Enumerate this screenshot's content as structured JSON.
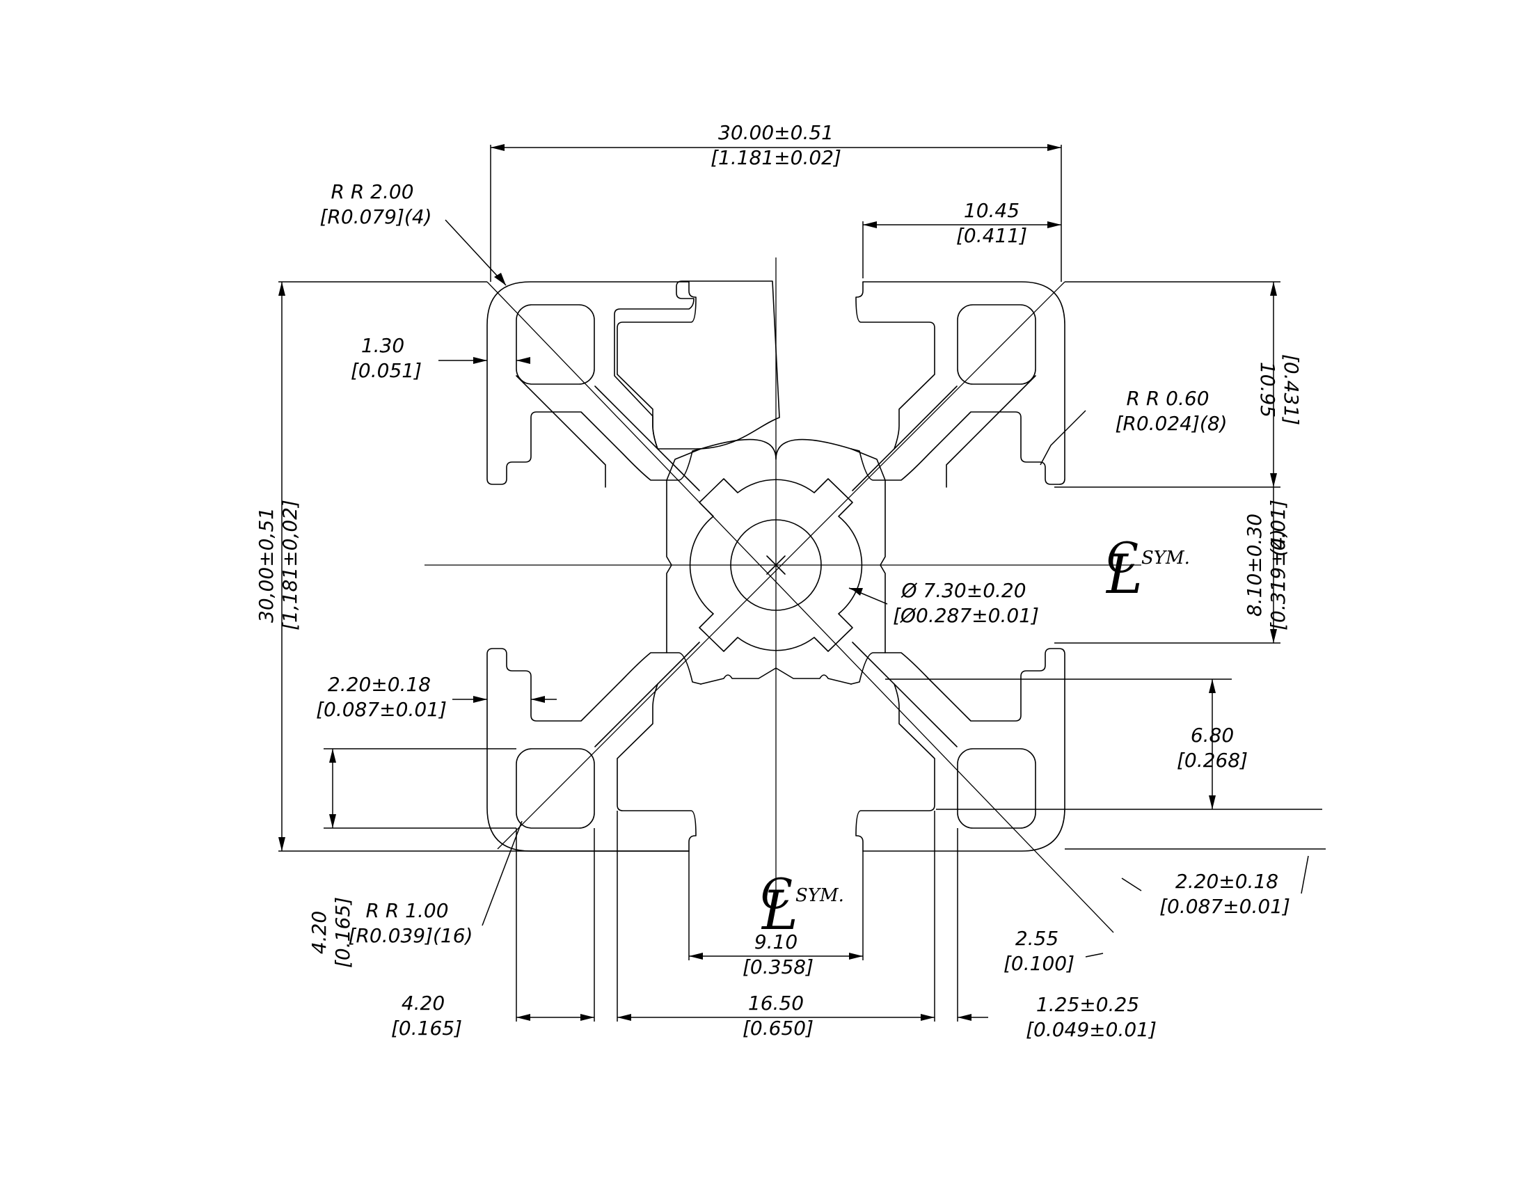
{
  "centerline_symbol": {
    "letter_l": "L",
    "letter_c": "C",
    "label": "SYM."
  },
  "dimensions": {
    "overall_width": {
      "metric": "30.00±0.51",
      "imperial": "[1.181±0.02]"
    },
    "overall_height": {
      "metric": "30,00±0,51",
      "imperial": "[1,181±0,02]"
    },
    "outer_radius": {
      "metric": "R R 2.00",
      "imperial": "[R0.079](4)"
    },
    "flange_width": {
      "metric": "10.45",
      "imperial": "[0.411]"
    },
    "flange_height": {
      "metric": "10.95",
      "imperial": "[0.431]"
    },
    "small_radius": {
      "metric": "R R 0.60",
      "imperial": "[R0.024](8)"
    },
    "wall_thickness": {
      "metric": "1.30",
      "imperial": "[0.051]"
    },
    "slot_gap": {
      "metric": "8.10±0.30",
      "imperial": "[0.319±0.01]",
      "note": "(4)"
    },
    "bore_diameter": {
      "metric": "Ø 7.30±0.20",
      "imperial": "[Ø0.287±0.01]"
    },
    "lip_thickness": {
      "metric": "2.20±0.18",
      "imperial": "[0.087±0.01]"
    },
    "channel_depth": {
      "metric": "6.80",
      "imperial": "[0.268]"
    },
    "cavity_height": {
      "metric": "4.20",
      "imperial": "[0.165]"
    },
    "inner_radius": {
      "metric": "R R 1.00",
      "imperial": "[R0.039](16)"
    },
    "outer_lip": {
      "metric": "2.20±0.18",
      "imperial": "[0.087±0.01]"
    },
    "diag_web": {
      "metric": "2.55",
      "imperial": "[0.100]"
    },
    "slot_opening": {
      "metric": "9.10",
      "imperial": "[0.358]"
    },
    "cavity_width": {
      "metric": "4.20",
      "imperial": "[0.165]"
    },
    "slot_inner": {
      "metric": "16.50",
      "imperial": "[0.650]"
    },
    "corner_wall": {
      "metric": "1.25±0.25",
      "imperial": "[0.049±0.01]"
    }
  }
}
